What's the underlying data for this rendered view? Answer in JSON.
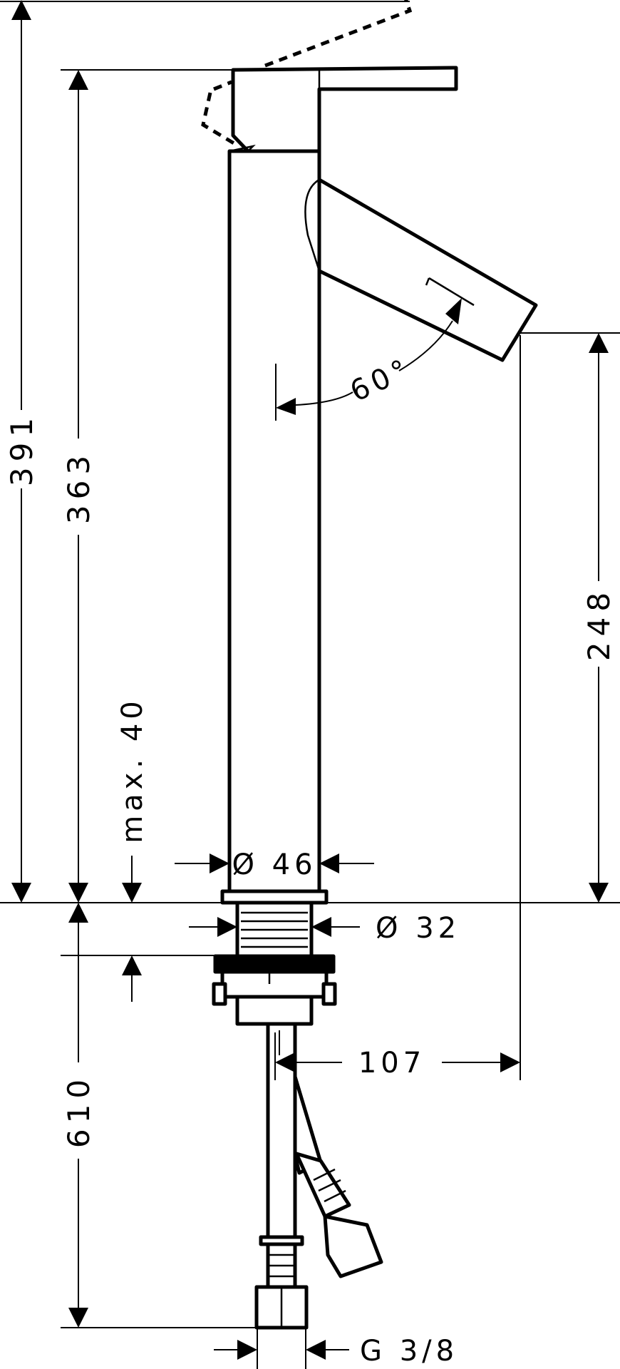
{
  "dimensions": {
    "total_height": "391",
    "body_height": "363",
    "spout_height": "248",
    "deck_thickness": "max. 40",
    "body_diameter": "Ø 46",
    "shank_diameter": "Ø 32",
    "spout_reach": "107",
    "hose_length": "610",
    "angle": "60°",
    "connection_thread": "G 3/8"
  },
  "colors": {
    "line": "#000000",
    "background": "#ffffff"
  }
}
